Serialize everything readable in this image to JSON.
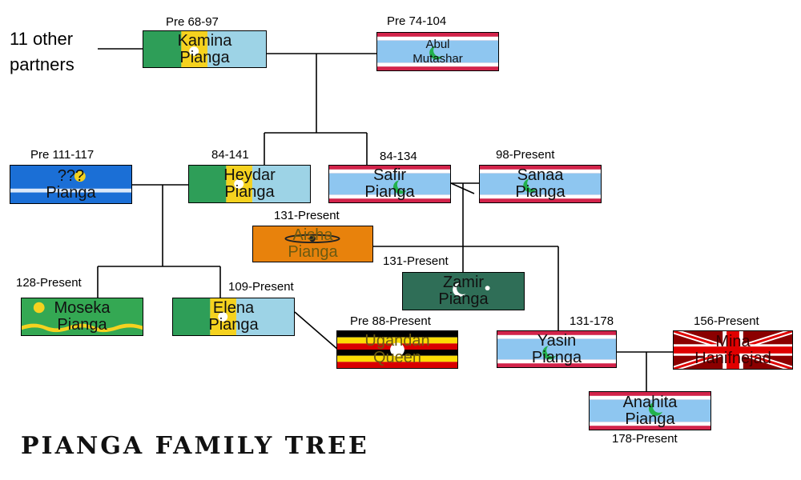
{
  "title": "PIANGA FAMILY TREE",
  "note_lines": [
    "11 other",
    "partners"
  ],
  "people": {
    "kamina": {
      "name": [
        "Kamina",
        "Pianga"
      ],
      "dates": "Pre 68-97"
    },
    "abul": {
      "name": [
        "Abul",
        "Mutashar"
      ],
      "dates": "Pre 74-104"
    },
    "unknown": {
      "name": [
        "???",
        "Pianga"
      ],
      "dates": "Pre 111-117"
    },
    "heydar": {
      "name": [
        "Heydar",
        "Pianga"
      ],
      "dates": "84-141"
    },
    "safir": {
      "name": [
        "Safir",
        "Pianga"
      ],
      "dates": "84-134"
    },
    "sanaa": {
      "name": [
        "Sanaa",
        "Pianga"
      ],
      "dates": "98-Present"
    },
    "aisha": {
      "name": [
        "Aisha",
        "Pianga"
      ],
      "dates": "131-Present"
    },
    "zamir": {
      "name": [
        "Zamir",
        "Pianga"
      ],
      "dates": "131-Present"
    },
    "moseka": {
      "name": [
        "Moseka",
        "Pianga"
      ],
      "dates": "128-Present"
    },
    "elena": {
      "name": [
        "Elena",
        "Pianga"
      ],
      "dates": "109-Present"
    },
    "ugandan": {
      "name": [
        "Ugandan",
        "Queen"
      ],
      "dates": "Pre 88-Present"
    },
    "yasin": {
      "name": [
        "Yasin",
        "Pianga"
      ],
      "dates": "131-178"
    },
    "mina": {
      "name": [
        "Mina",
        "Hanifnejad"
      ],
      "dates": "156-Present"
    },
    "anahita": {
      "name": [
        "Anahita",
        "Pianga"
      ],
      "dates": "178-Present"
    }
  },
  "colors": {
    "green": "#2e9e58",
    "yellow": "#f5d21f",
    "light_blue": "#9dd3e6",
    "sky_blue": "#8ec6f0",
    "crimson": "#d2234a",
    "navy_blue": "#1b6fd6",
    "orange": "#e8820c",
    "dark_green": "#2f6e57",
    "bright_green": "#34a853",
    "red": "#e00000",
    "dark_red": "#8b0000",
    "crescent": "#22b14c",
    "line": "#000000"
  }
}
